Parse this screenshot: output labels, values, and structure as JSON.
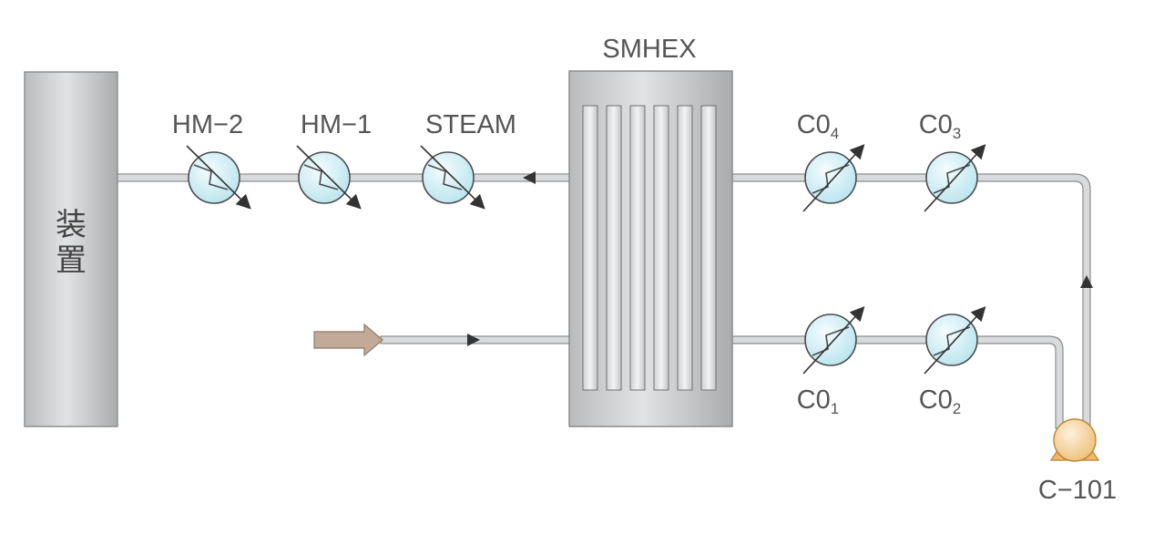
{
  "title": "SMHEX",
  "device": {
    "label_top": "装",
    "label_bottom": "置"
  },
  "hot_side": {
    "exchangers": [
      {
        "id": "HM-2",
        "label": "HM−2"
      },
      {
        "id": "HM-1",
        "label": "HM−1"
      },
      {
        "id": "STEAM",
        "label": "STEAM"
      }
    ]
  },
  "cold_side": {
    "upper": [
      {
        "id": "C04",
        "label_main": "C0",
        "label_sub": "4"
      },
      {
        "id": "C03",
        "label_main": "C0",
        "label_sub": "3"
      }
    ],
    "lower": [
      {
        "id": "C01",
        "label_main": "C0",
        "label_sub": "1"
      },
      {
        "id": "C02",
        "label_main": "C0",
        "label_sub": "2"
      }
    ]
  },
  "pump": {
    "label": "C−101"
  },
  "colors": {
    "pipe_fill": "#d8dadc",
    "pipe_stroke": "#8a8c8e",
    "exchanger_fill": "#d6f1f6",
    "pump_fill": "#f6d39a",
    "feed_arrow": "#c1aa98",
    "vessel_fill": "#cfd1d3"
  },
  "icons": [
    "heat-exchanger-icon",
    "pump-icon",
    "flow-arrow-icon",
    "feed-arrow-icon"
  ]
}
